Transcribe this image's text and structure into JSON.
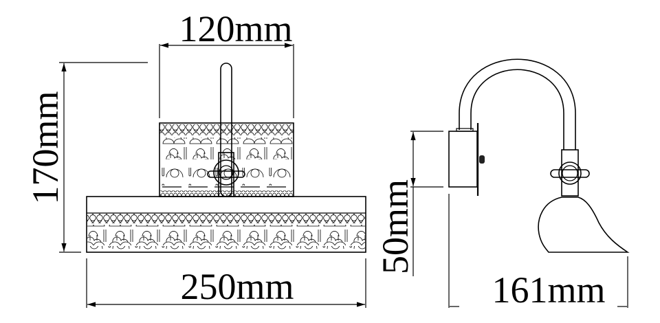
{
  "front_view": {
    "width_top": "120mm",
    "height_total": "170mm",
    "width_bottom": "250mm"
  },
  "side_view": {
    "mount_height": "50mm",
    "depth": "161mm"
  },
  "colors": {
    "line": "#000000",
    "background": "#ffffff"
  }
}
